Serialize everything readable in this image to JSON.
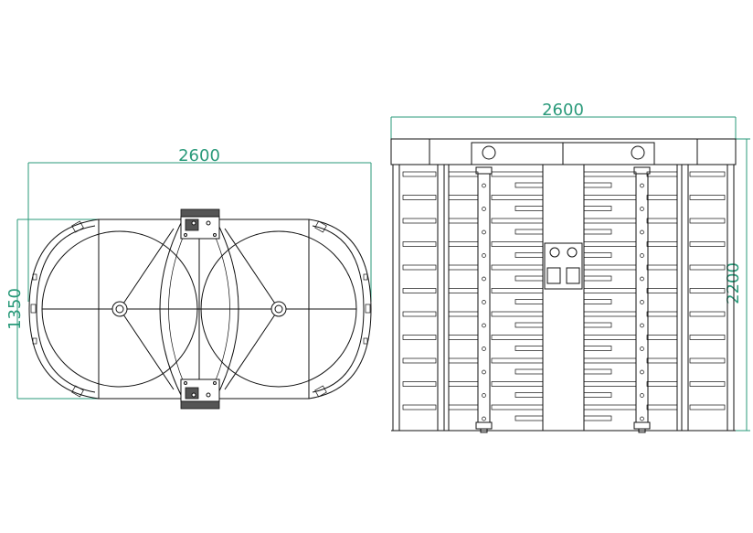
{
  "top_view": {
    "width_label": "2600",
    "depth_label": "1350"
  },
  "front_view": {
    "width_label": "2600",
    "height_label": "2200"
  }
}
